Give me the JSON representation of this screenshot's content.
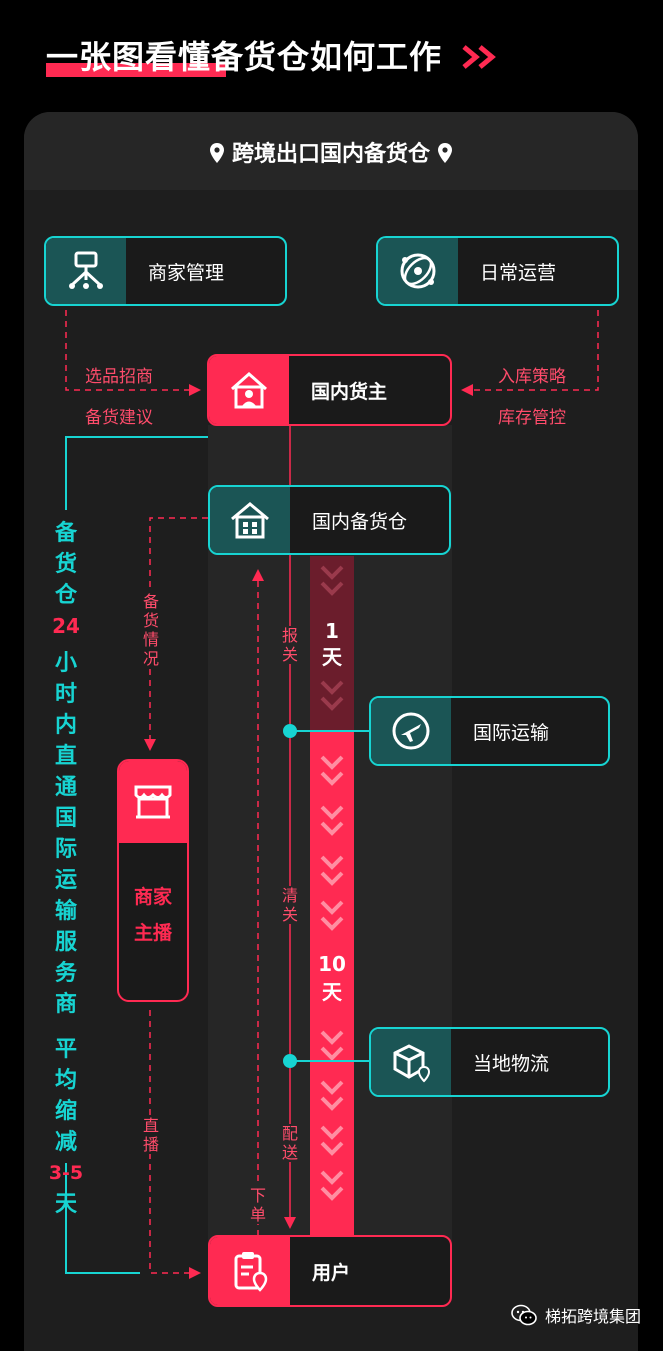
{
  "title": "一张图看懂备货仓如何工作",
  "panel_title": "跨境出口国内备货仓",
  "nodes": {
    "merchant_mgmt": "商家管理",
    "daily_ops": "日常运营",
    "domestic_owner": "国内货主",
    "domestic_warehouse": "国内备货仓",
    "intl_shipping": "国际运输",
    "local_logistics": "当地物流",
    "user": "用户",
    "merchant_live": "商家主播"
  },
  "labels": {
    "selection": "选品招商",
    "stock_advice": "备货建议",
    "inbound_strategy": "入库策略",
    "inventory_control": "库存管控",
    "stock_status": "备货情况",
    "declare": "报关",
    "clearance": "清关",
    "delivery": "配送",
    "order": "下单",
    "live": "直播",
    "one_day": "1天",
    "ten_days": "10天"
  },
  "sidebar": {
    "line1": "备货仓",
    "hours": "24",
    "line2": "小时内直通国际运输服务商",
    "line3": "平均缩减",
    "days": "3-5",
    "line4": "天"
  },
  "watermark": "梯拓跨境集团",
  "colors": {
    "accent_red": "#ff2a52",
    "accent_teal": "#17d4d2",
    "background": "#000000",
    "panel": "#1e1e1e"
  }
}
